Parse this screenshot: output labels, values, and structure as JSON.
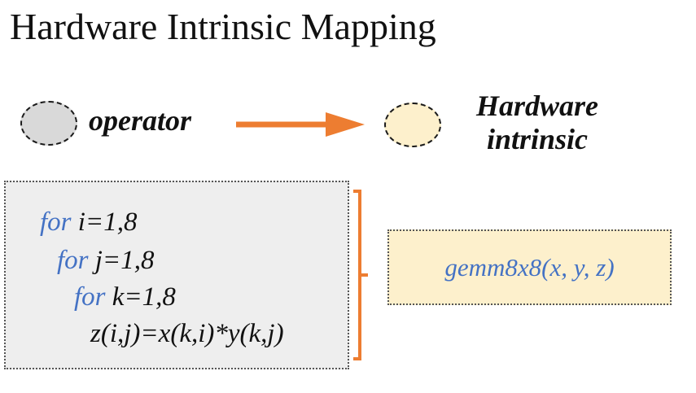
{
  "title": "Hardware Intrinsic Mapping",
  "legend": {
    "operator_label": "operator",
    "hardware_label_line1": "Hardware",
    "hardware_label_line2": "intrinsic"
  },
  "code": {
    "lines": [
      {
        "keyword": "for",
        "text": " i=1,8"
      },
      {
        "keyword": "for",
        "text": " j=1,8"
      },
      {
        "keyword": "for",
        "text": " k=1,8"
      },
      {
        "keyword": "",
        "text": "z(i,j)=x(k,i)*y(k,j)"
      }
    ]
  },
  "intrinsic": {
    "text": "gemm8x8(x, y, z)"
  },
  "colors": {
    "accent_orange": "#ed7d31",
    "keyword_blue": "#4472c4",
    "operator_fill": "#d9d9d9",
    "intrinsic_fill": "#fdf0cc",
    "code_box_fill": "#eeeeee"
  }
}
